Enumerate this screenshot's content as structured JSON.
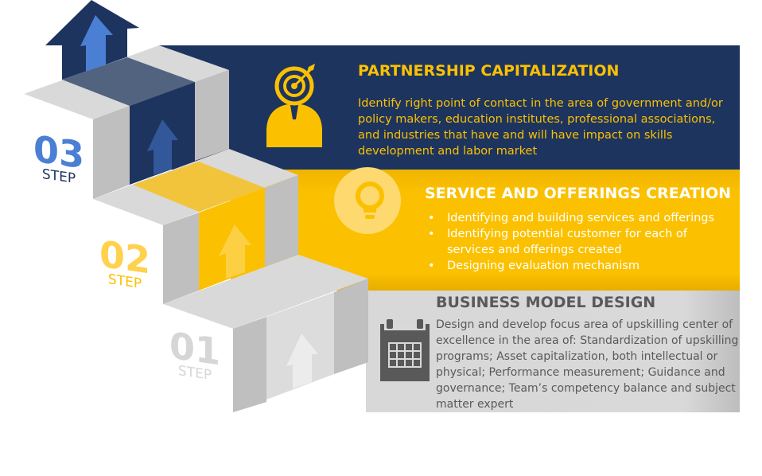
{
  "steps": [
    {
      "number": "03",
      "label": "STEP",
      "color": "#4a7fd4"
    },
    {
      "number": "02",
      "label": "STEP",
      "color": "#ffd14d"
    },
    {
      "number": "01",
      "label": "STEP",
      "color": "#d6d6d6"
    }
  ],
  "panels": {
    "partnership": {
      "title": "PARTNERSHIP CAPITALIZATION",
      "icon": "target-head-person-icon",
      "text": "Identify right point of contact in the area of government and/or policy makers, education institutes, professional associations, and industries that have and will have impact on skills development and labor market"
    },
    "service": {
      "title": "SERVICE AND OFFERINGS CREATION",
      "icon": "lightbulb-icon",
      "bullets": [
        "Identifying and building services and offerings",
        "Identifying potential customer for each of services and offerings created",
        "Designing evaluation mechanism"
      ]
    },
    "business": {
      "title": "BUSINESS MODEL DESIGN",
      "icon": "calendar-icon",
      "text": "Design and develop focus area of upskilling center of excellence in the area of: Standardization of upskilling programs; Asset capitalization, both intellectual or physical; Performance measurement; Guidance and governance; Team’s competency balance and subject matter expert"
    }
  },
  "colors": {
    "navy": "#1d345f",
    "yellow": "#fbc100",
    "gray": "#d9d9d9",
    "gold_text": "#fbc100",
    "dark_gray_text": "#595959"
  }
}
